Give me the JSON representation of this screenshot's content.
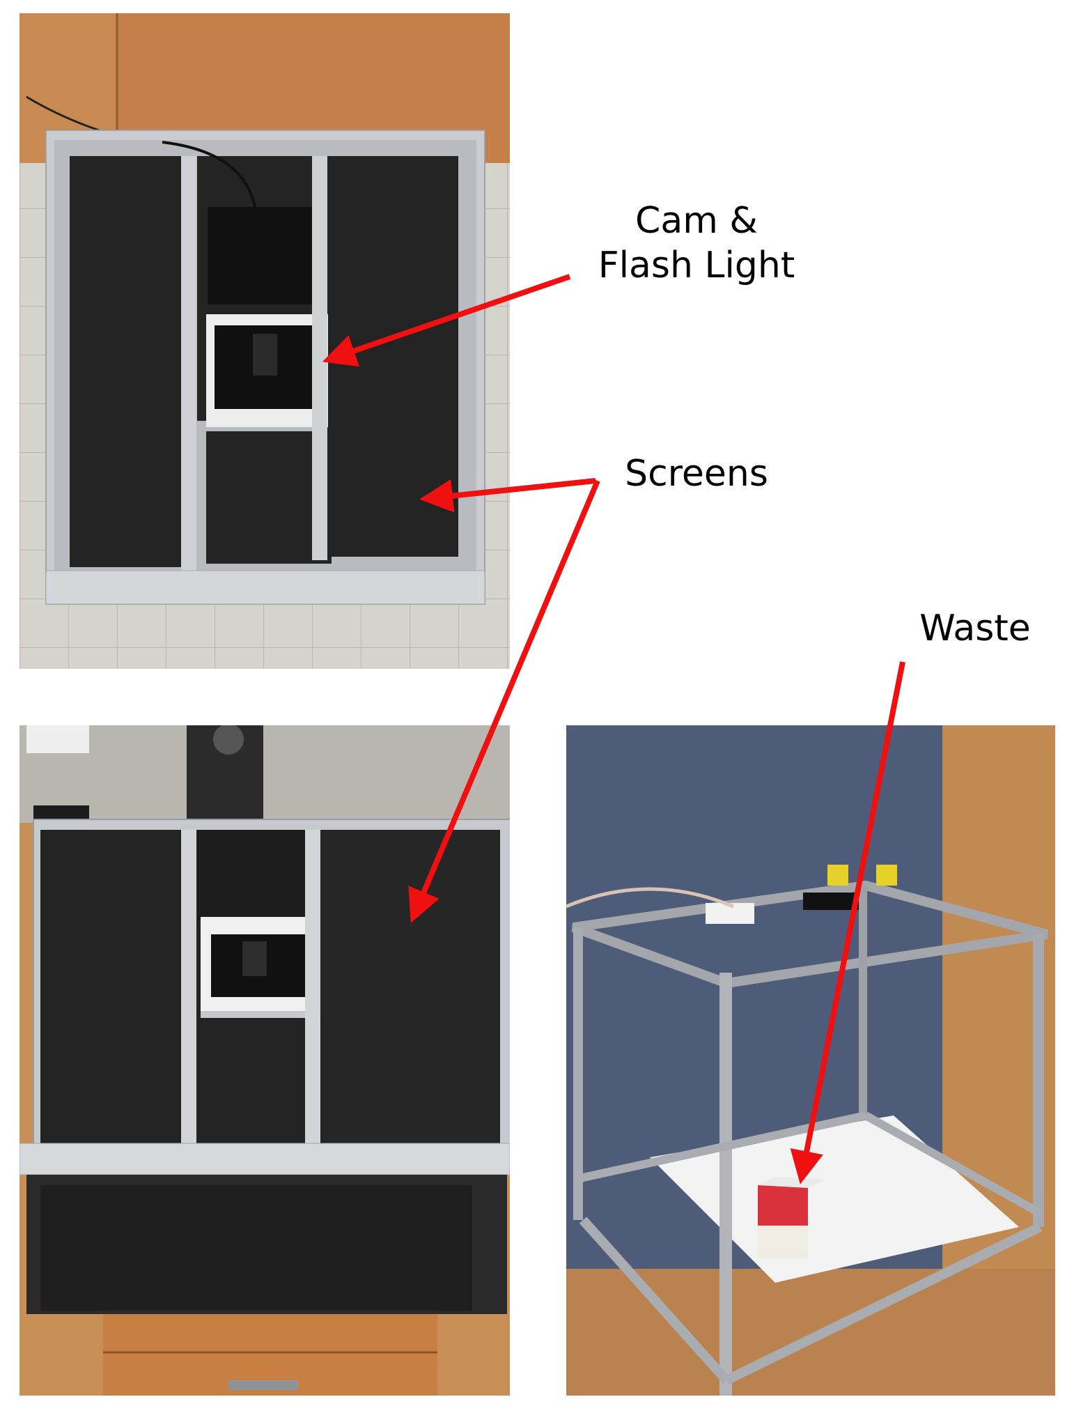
{
  "labels": {
    "cam_flash": [
      "Cam &",
      "Flash Light"
    ],
    "screens": "Screens",
    "waste": "Waste"
  },
  "colors": {
    "arrow": "#f01010",
    "screen_panel": "#232323",
    "aluminum_frame": "#c4c7ca",
    "wood": "#c8894f",
    "floor_tile": "#d3d0c9",
    "partition_wall": "#4d5a78"
  }
}
